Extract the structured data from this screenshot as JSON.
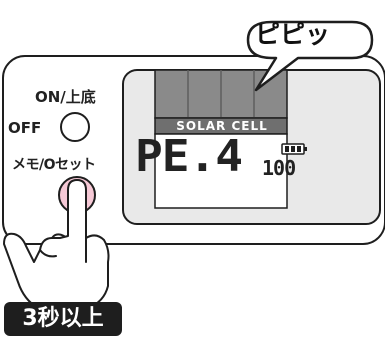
{
  "speech_bubble": {
    "text": "ピピッ"
  },
  "device": {
    "power_button": {
      "on_label": "ON/上底",
      "off_label": "OFF"
    },
    "memo_button": {
      "label": "メモ/Oセット",
      "highlight_color": "#f6c9d6"
    },
    "display": {
      "panel_label": "SOLAR CELL",
      "main_readout": "PE.4",
      "secondary_readout": "100",
      "battery_icon": "battery-icon"
    }
  },
  "instruction_badge": {
    "text": "3秒以上"
  }
}
